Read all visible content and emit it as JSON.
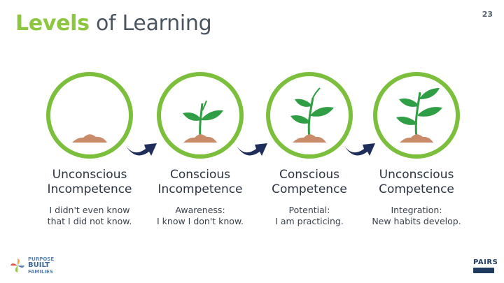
{
  "title": {
    "highlight": "Levels",
    "rest": "of Learning"
  },
  "page_number": "23",
  "stages": [
    {
      "name_line1": "Unconscious",
      "name_line2": "Incompetence",
      "desc_line1": "I didn't even know",
      "desc_line2": "that I did not know.",
      "plant": "soil-only"
    },
    {
      "name_line1": "Conscious",
      "name_line2": "Incompetence",
      "desc_line1": "Awareness:",
      "desc_line2": "I know I don't know.",
      "plant": "small-sprout"
    },
    {
      "name_line1": "Conscious",
      "name_line2": "Competence",
      "desc_line1": "Potential:",
      "desc_line2": "I am practicing.",
      "plant": "growing-plant"
    },
    {
      "name_line1": "Unconscious",
      "name_line2": "Competence",
      "desc_line1": "Integration:",
      "desc_line2": "New habits develop.",
      "plant": "full-plant"
    }
  ],
  "footer": {
    "left_logo": {
      "line1": "PURPOSE",
      "line2": "BUILT",
      "line3": "FAMILIES"
    },
    "right_logo": {
      "text": "PAIRS"
    }
  },
  "colors": {
    "accent_green": "#8dc63f",
    "circle_stroke": "#7cbf3c",
    "leaf_green": "#2f9e44",
    "soil": "#c98b6a",
    "arrow_navy": "#1f2d5a",
    "text_dark": "#2c3440"
  }
}
